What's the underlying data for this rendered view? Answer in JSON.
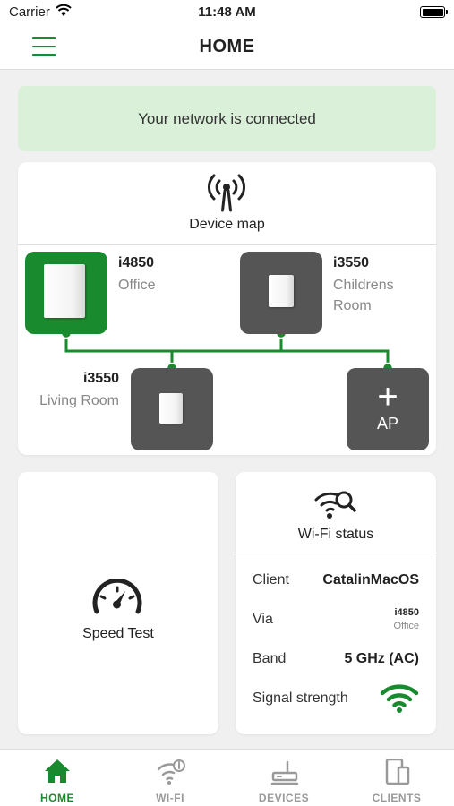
{
  "status_bar": {
    "carrier": "Carrier",
    "time": "11:48 AM"
  },
  "nav": {
    "title": "HOME"
  },
  "banner": {
    "text": "Your network is connected"
  },
  "device_map": {
    "label": "Device map",
    "devices": [
      {
        "name": "i4850",
        "location": "Office"
      },
      {
        "name": "i3550",
        "location": "Childrens Room"
      },
      {
        "name": "i3550",
        "location": "Living Room"
      }
    ],
    "add_ap": {
      "icon": "+",
      "label": "AP"
    }
  },
  "speed_test": {
    "label": "Speed Test"
  },
  "wifi_status": {
    "label": "Wi-Fi status",
    "client_label": "Client",
    "client_value": "CatalinMacOS",
    "via_label": "Via",
    "via_name": "i4850",
    "via_location": "Office",
    "band_label": "Band",
    "band_value": "5 GHz (AC)",
    "signal_label": "Signal strength"
  },
  "tabs": [
    {
      "label": "HOME",
      "active": true
    },
    {
      "label": "WI-FI",
      "active": false
    },
    {
      "label": "DEVICES",
      "active": false
    },
    {
      "label": "CLIENTS",
      "active": false
    }
  ],
  "colors": {
    "accent": "#1a8a2e",
    "banner_bg": "#daf0d9",
    "node_gray": "#555555"
  }
}
